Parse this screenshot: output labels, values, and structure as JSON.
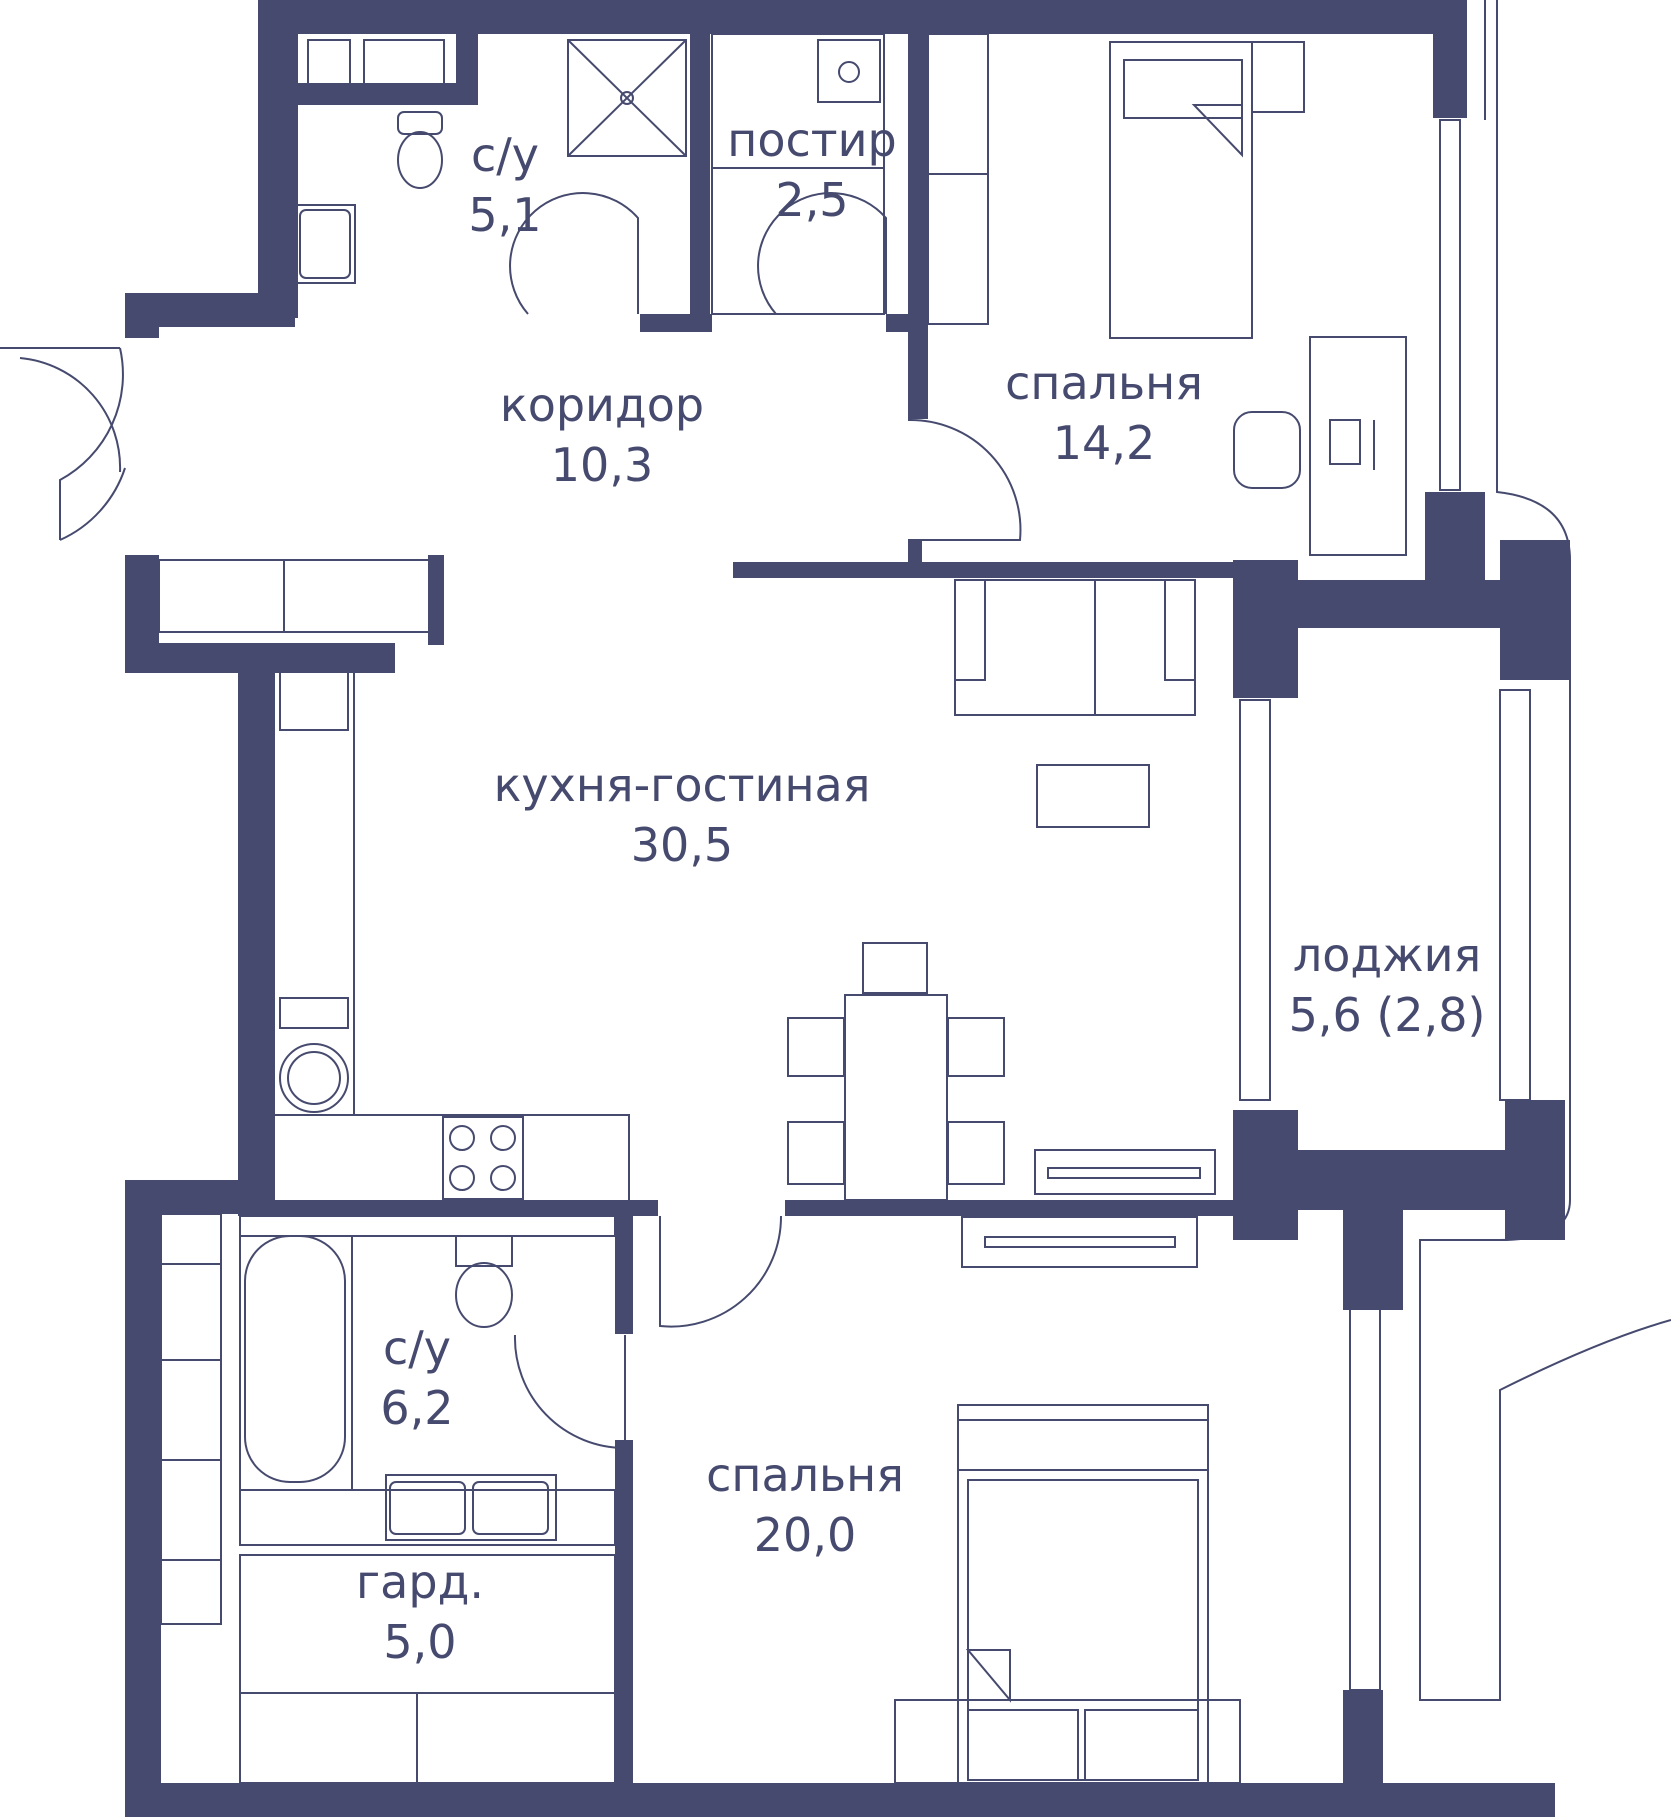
{
  "palette": {
    "wall": "#464a6e",
    "line": "#464a6e",
    "background": "#ffffff"
  },
  "rooms": {
    "bath_top": {
      "name": "с/у",
      "area": "5,1"
    },
    "storage": {
      "name": "постир",
      "area": "2,5"
    },
    "corridor": {
      "name": "коридор",
      "area": "10,3"
    },
    "bedroom_top": {
      "name": "спальня",
      "area": "14,2"
    },
    "kitchen": {
      "name": "кухня-гостиная",
      "area": "30,5"
    },
    "loggia": {
      "name": "лоджия",
      "area": "5,6 (2,8)"
    },
    "bath_bottom": {
      "name": "с/у",
      "area": "6,2"
    },
    "wardrobe": {
      "name": "гард.",
      "area": "5,0"
    },
    "bedroom_bot": {
      "name": "спальня",
      "area": "20,0"
    }
  }
}
